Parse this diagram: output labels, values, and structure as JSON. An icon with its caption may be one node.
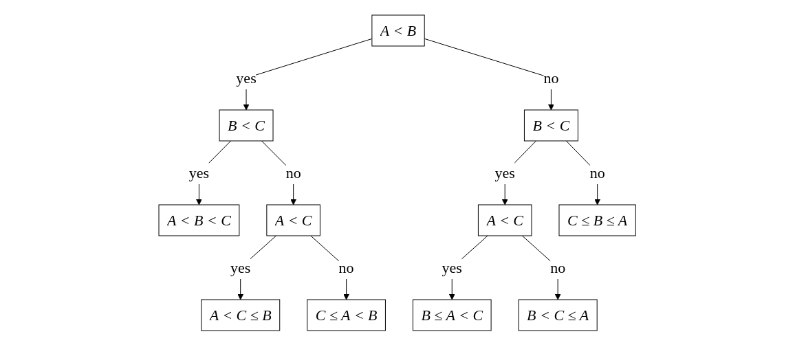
{
  "diagram": {
    "nodes": [
      {
        "text": [
          "A < B"
        ]
      },
      {
        "text": [
          "B < C"
        ]
      },
      {
        "text": [
          "B < C"
        ]
      },
      {
        "text": [
          "A < B < C"
        ]
      },
      {
        "text": [
          "A < C"
        ]
      },
      {
        "text": [
          "A < C"
        ]
      },
      {
        "text": [
          "C ≤ B ≤ A"
        ]
      },
      {
        "text": [
          "A < C ≤ B"
        ]
      },
      {
        "text": [
          "C ≤ A < B"
        ]
      },
      {
        "text": [
          "B ≤ A < C"
        ]
      },
      {
        "text": [
          "B < C ≤ A"
        ]
      }
    ],
    "edges": [
      {
        "from": 0,
        "to": 1,
        "arrow": "to",
        "label": "yes"
      },
      {
        "from": 0,
        "to": 2,
        "arrow": "to",
        "label": "no"
      },
      {
        "from": 1,
        "to": 3,
        "arrow": "to",
        "label": "yes"
      },
      {
        "from": 1,
        "to": 4,
        "arrow": "to",
        "label": "no"
      },
      {
        "from": 2,
        "to": 5,
        "arrow": "to",
        "label": "yes"
      },
      {
        "from": 2,
        "to": 6,
        "arrow": "to",
        "label": "no"
      },
      {
        "from": 4,
        "to": 7,
        "arrow": "to",
        "label": "yes"
      },
      {
        "from": 4,
        "to": 8,
        "arrow": "to",
        "label": "no"
      },
      {
        "from": 5,
        "to": 9,
        "arrow": "to",
        "label": "yes"
      },
      {
        "from": 5,
        "to": 10,
        "arrow": "to",
        "label": "no"
      }
    ]
  }
}
